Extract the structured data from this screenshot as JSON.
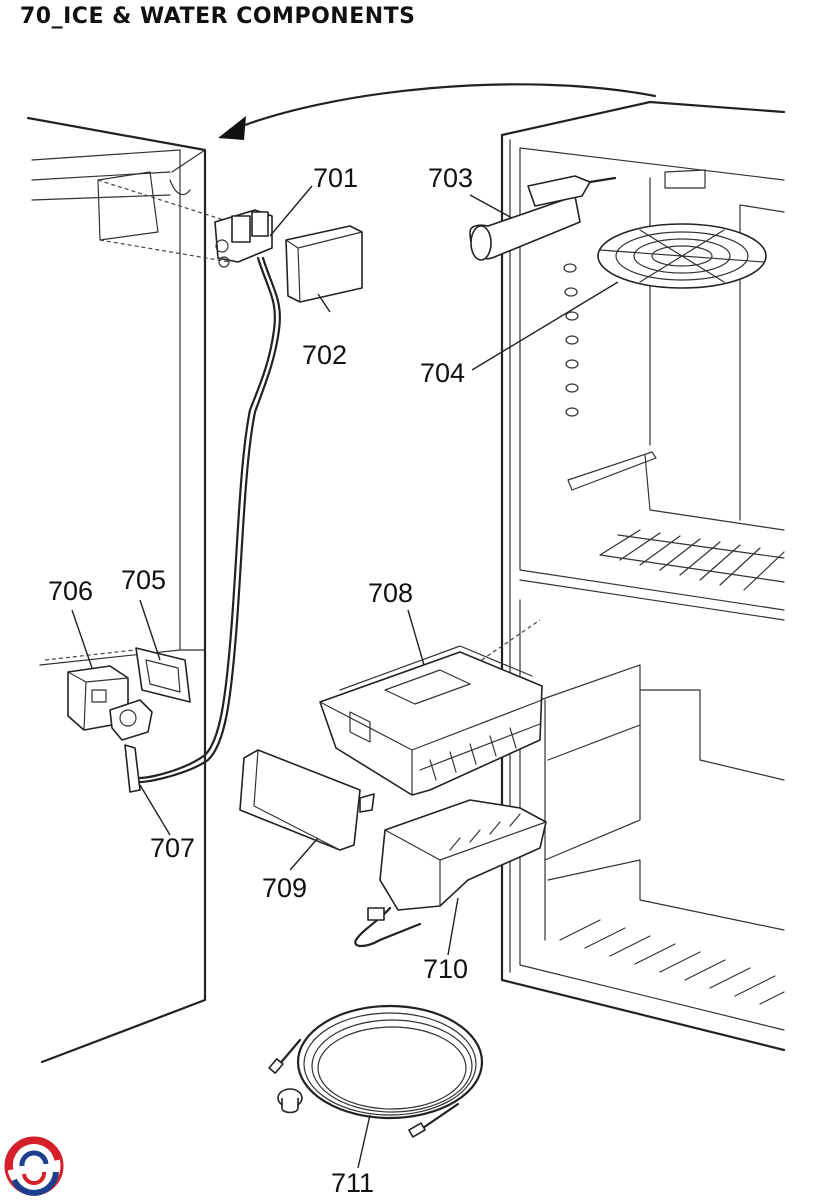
{
  "title": "70_ICE & WATER COMPONENTS",
  "parts": [
    {
      "id": "701",
      "label": "701",
      "component": "water-valve"
    },
    {
      "id": "702",
      "label": "702",
      "component": "valve-cover"
    },
    {
      "id": "703",
      "label": "703",
      "component": "water-filter"
    },
    {
      "id": "704",
      "label": "704",
      "component": "fan-grille"
    },
    {
      "id": "705",
      "label": "705",
      "component": "bracket-plate"
    },
    {
      "id": "706",
      "label": "706",
      "component": "dispenser-valve"
    },
    {
      "id": "707",
      "label": "707",
      "component": "water-tube"
    },
    {
      "id": "708",
      "label": "708",
      "component": "ice-bin"
    },
    {
      "id": "709",
      "label": "709",
      "component": "bin-cover"
    },
    {
      "id": "710",
      "label": "710",
      "component": "ice-maker"
    },
    {
      "id": "711",
      "label": "711",
      "component": "water-line-kit"
    }
  ],
  "logo": {
    "name": "brand-logo",
    "colors": [
      "#d4202a",
      "#1e3f8f"
    ]
  }
}
